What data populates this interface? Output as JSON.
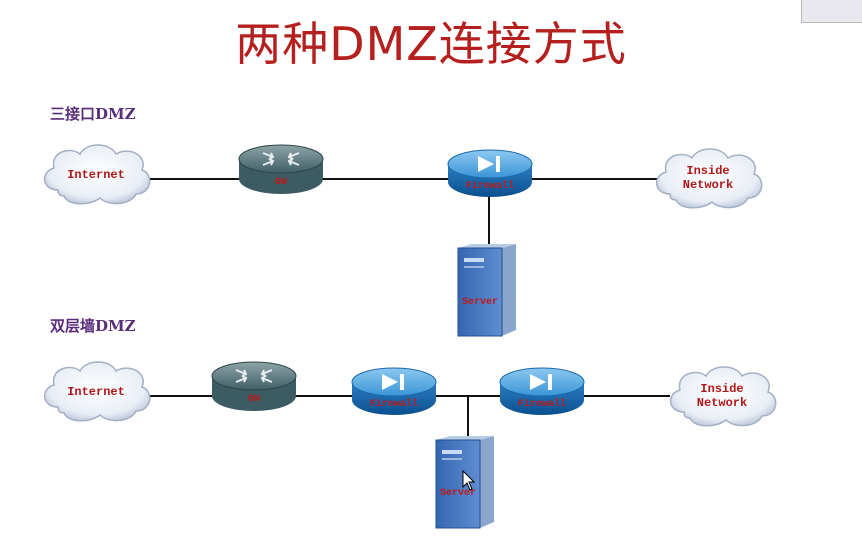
{
  "title": "两种DMZ连接方式",
  "sections": [
    {
      "label": "三接口DMZ",
      "internet": "Internet",
      "gateway": "GW",
      "firewall": "Firewall",
      "inside": [
        "Inside",
        "Network"
      ],
      "server": "Server"
    },
    {
      "label": "双层墙DMZ",
      "internet": "Internet",
      "gateway": "GW",
      "firewall1": "Firewall",
      "firewall2": "Firewall",
      "inside": [
        "Inside",
        "Network"
      ],
      "server": "Server"
    }
  ],
  "colors": {
    "title": "#b5201f",
    "section": "#5a2d7a",
    "device_blue": "#1b7fc4",
    "label_red": "#c01818"
  }
}
